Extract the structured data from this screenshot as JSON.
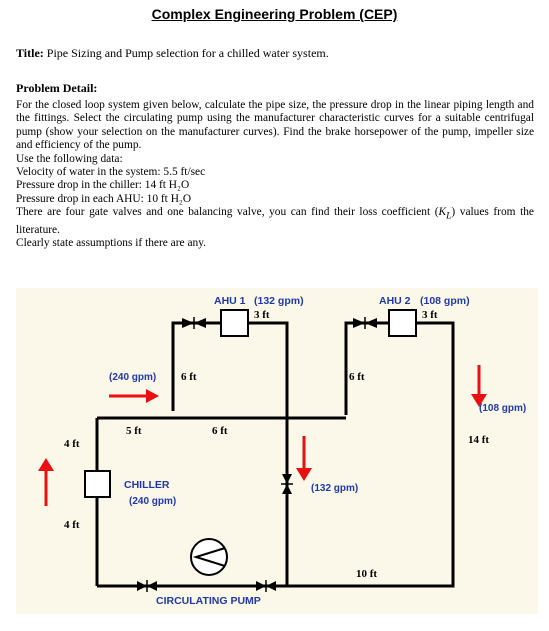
{
  "document": {
    "heading": "Complex Engineering Problem (CEP)",
    "title_label": "Title:",
    "title_text": " Pipe Sizing and Pump selection for a chilled water system.",
    "problem_heading": "Problem Detail:",
    "paragraph": "For the closed loop system given below, calculate the pipe size, the pressure drop in the linear piping length and the fittings. Select the circulating pump using the manufacturer characteristic curves for a suitable centrifugal pump (show your selection on the manufacturer curves). Find the brake horsepower of the pump, impeller size and efficiency of the pump.",
    "use_data": "Use the following data:",
    "velocity": "Velocity of water in the system: 5.5 ft/sec",
    "chiller_drop": "Pressure drop in the chiller: 14 ft H₂O",
    "ahu_drop": "Pressure drop in each AHU: 10 ft H₂O",
    "valves_before": "There are four gate valves and one balancing valve, you can find their loss coefficient (",
    "valves_k": "K",
    "valves_sub": "L",
    "valves_after": ") values from the literature.",
    "assumptions": "Clearly state assumptions if there are any."
  },
  "diagram": {
    "ahu1_name": "AHU 1",
    "ahu1_flow": "(132 gpm)",
    "ahu1_drop": "3 ft",
    "ahu2_name": "AHU 2",
    "ahu2_flow": "(108 gpm)",
    "ahu2_drop": "3 ft",
    "supply_flow": "(240 gpm)",
    "riser1_len": "6 ft",
    "riser2_len": "6 ft",
    "branch_flow": "(108 gpm)",
    "right_len": "14 ft",
    "seg_5ft": "5 ft",
    "seg_6ft": "6 ft",
    "left_top_len": "4 ft",
    "left_bottom_len": "4 ft",
    "chiller_name": "CHILLER",
    "chiller_flow": "(240 gpm)",
    "return_flow": "(132 gpm)",
    "bottom_len": "10 ft",
    "pump_name": "CIRCULATING PUMP",
    "colors": {
      "label_blue": "#1f3aa8",
      "arrow_red": "#e81010",
      "panel": "#fbf7e9"
    }
  }
}
